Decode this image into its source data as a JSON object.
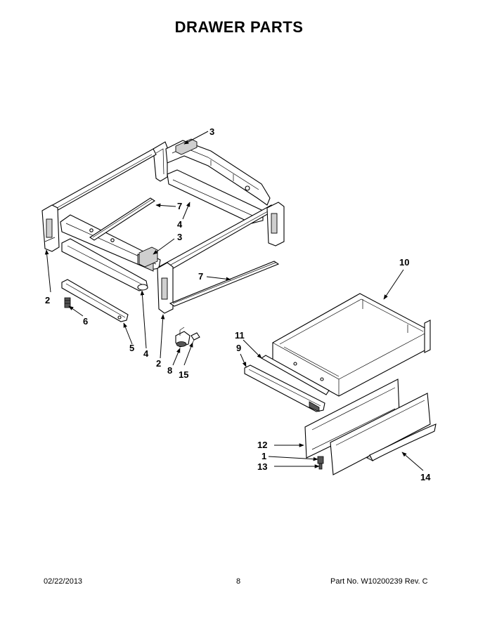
{
  "title": "DRAWER PARTS",
  "footer": {
    "date": "02/22/2013",
    "page": "8",
    "part_no": "Part No.  W10200239  Rev.  C"
  },
  "callouts": {
    "c3a": "3",
    "c7a": "7",
    "c4a": "4",
    "c3b": "3",
    "c7b": "7",
    "c2a": "2",
    "c6": "6",
    "c5": "5",
    "c4b": "4",
    "c2b": "2",
    "c8": "8",
    "c15": "15",
    "c10": "10",
    "c11": "11",
    "c9": "9",
    "c12": "12",
    "c1": "1",
    "c13": "13",
    "c14": "14"
  }
}
